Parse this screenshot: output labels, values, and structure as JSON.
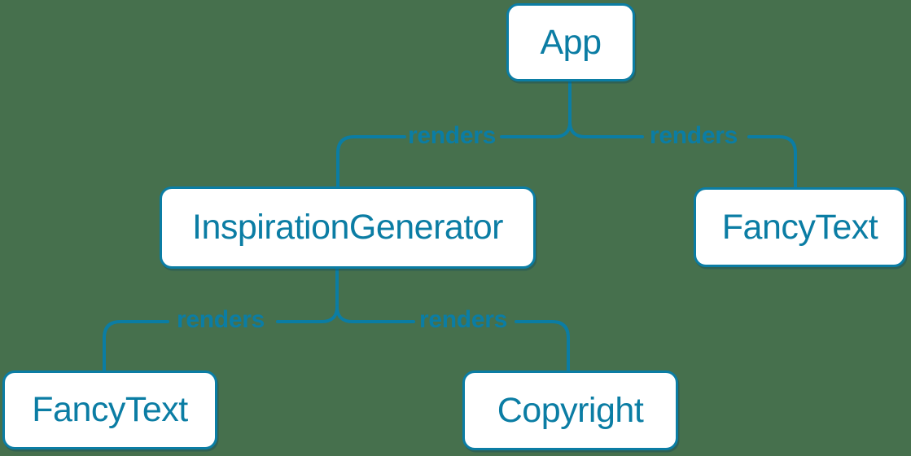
{
  "diagram": {
    "background_color": "#46704D",
    "accent_color": "#0B7DA4",
    "node_fill_color": "#FFFFFF",
    "nodes": [
      {
        "id": "app",
        "label": "App"
      },
      {
        "id": "inspiration-generator",
        "label": "InspirationGenerator"
      },
      {
        "id": "fancy-text-top",
        "label": "FancyText"
      },
      {
        "id": "fancy-text-bottom",
        "label": "FancyText"
      },
      {
        "id": "copyright",
        "label": "Copyright"
      }
    ],
    "edges": [
      {
        "from": "App",
        "to": "InspirationGenerator",
        "label": "renders"
      },
      {
        "from": "App",
        "to": "FancyText",
        "label": "renders"
      },
      {
        "from": "InspirationGenerator",
        "to": "FancyText",
        "label": "renders"
      },
      {
        "from": "InspirationGenerator",
        "to": "Copyright",
        "label": "renders"
      }
    ]
  }
}
